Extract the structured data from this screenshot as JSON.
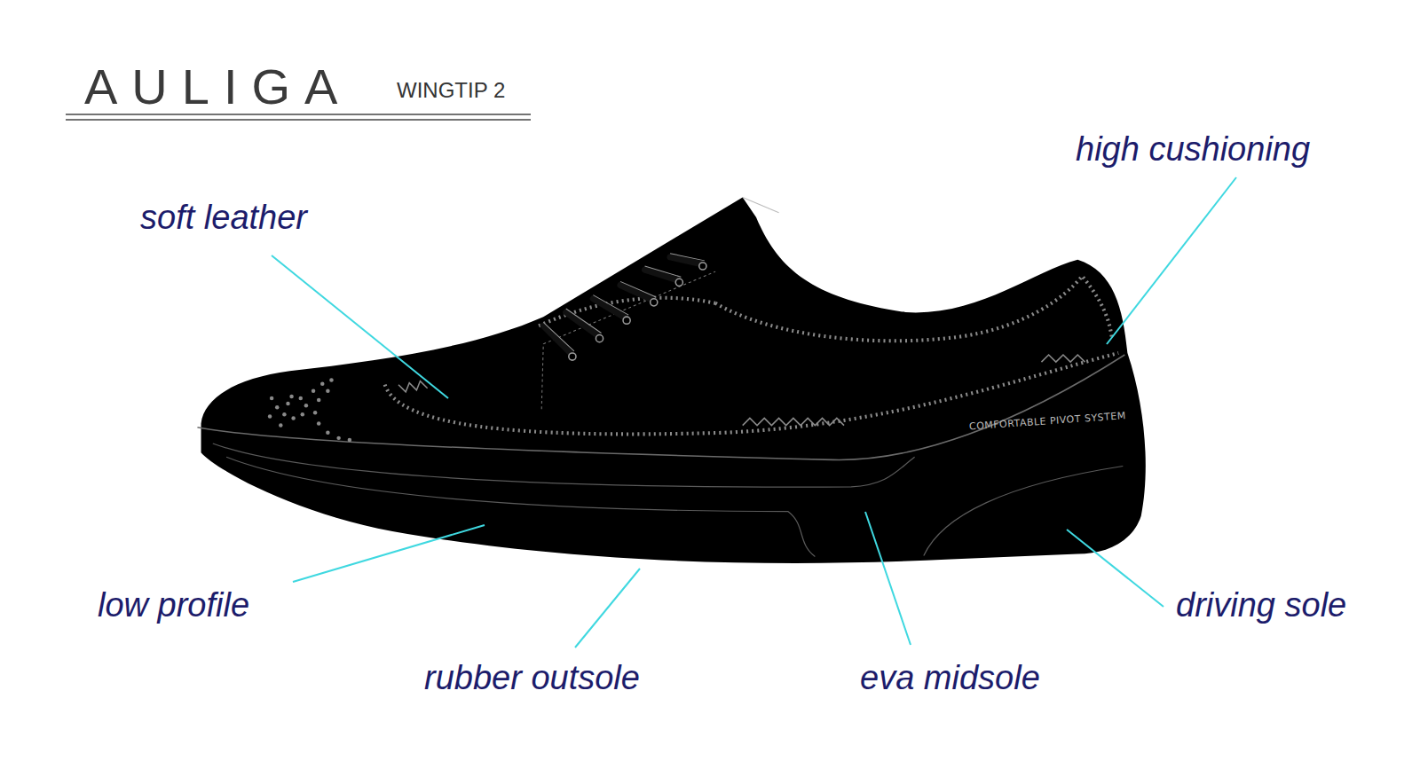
{
  "diagram": {
    "title": "AULIGA",
    "labels": [
      "WINGTIP 2",
      "soft leather",
      "high cushioning",
      "COMFORTABLE PIVOT SYSTEM",
      "low profile",
      "rubber outsole",
      "eva midsole",
      "driving sole"
    ]
  }
}
